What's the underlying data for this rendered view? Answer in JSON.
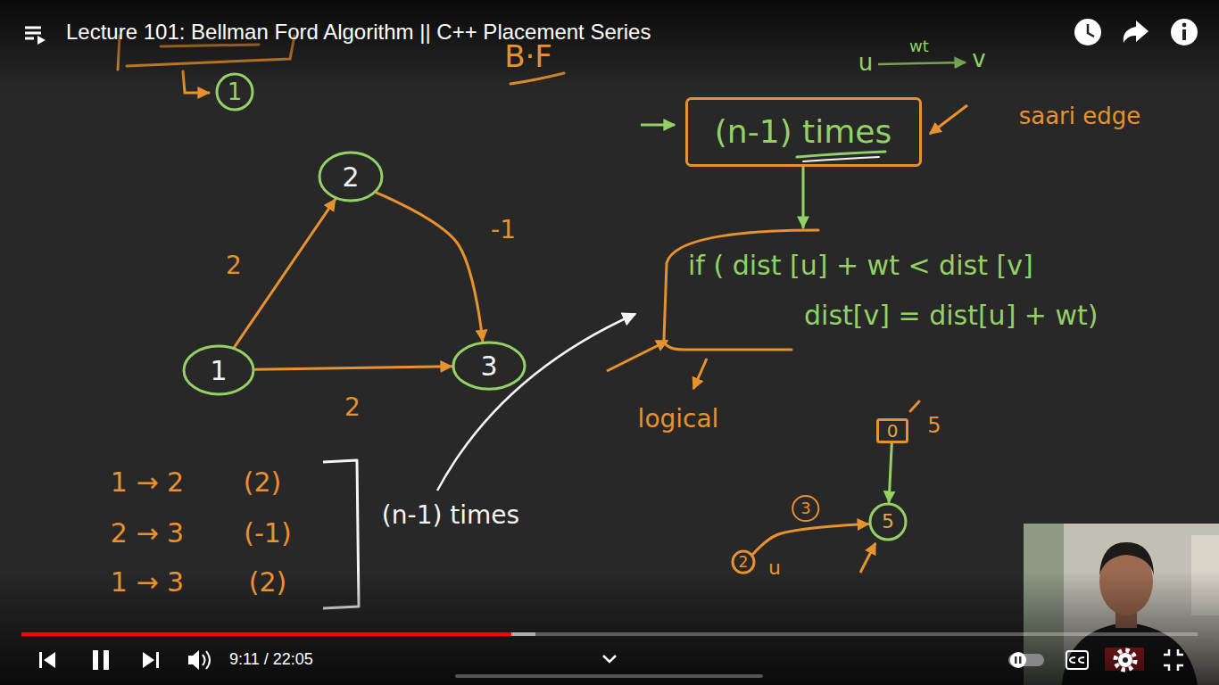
{
  "diagram": {
    "title": "Lecture 101: Bellman Ford Algorithm || C++ Placement Series",
    "nodes": [
      {
        "text": [
          "1"
        ]
      },
      {
        "text": [
          "(n-1) times"
        ]
      },
      {
        "text": [
          "2"
        ]
      },
      {
        "text": [
          "if ( dist [u] + wt < dist [v]",
          "dist[v] = dist[u] + wt)"
        ]
      },
      {
        "text": [
          "1"
        ]
      },
      {
        "text": [
          "3"
        ]
      },
      {
        "text": [
          "0"
        ]
      },
      {
        "text": [
          "5"
        ]
      },
      {
        "text": [
          "2"
        ]
      }
    ],
    "edges": [
      {
        "from": 1,
        "to": 3,
        "arrow": "to"
      },
      {
        "from": 4,
        "to": 2,
        "arrow": "to",
        "label": "2"
      },
      {
        "from": 2,
        "to": 5,
        "arrow": "to",
        "label": "-1"
      },
      {
        "from": 4,
        "to": 5,
        "arrow": "to",
        "label": "2"
      },
      {
        "from": 6,
        "to": 7,
        "arrow": "to"
      },
      {
        "from": 8,
        "to": 7,
        "arrow": "to",
        "label": "3"
      }
    ],
    "labels": [
      "B·F",
      "u",
      "wt",
      "v",
      "saari edge",
      "logical",
      "1 → 2",
      "(2)",
      "2 → 3",
      "(-1)",
      "1 → 3",
      "(2)",
      "(n-1) times",
      "5",
      "u",
      "9:11 / 22:05"
    ]
  }
}
